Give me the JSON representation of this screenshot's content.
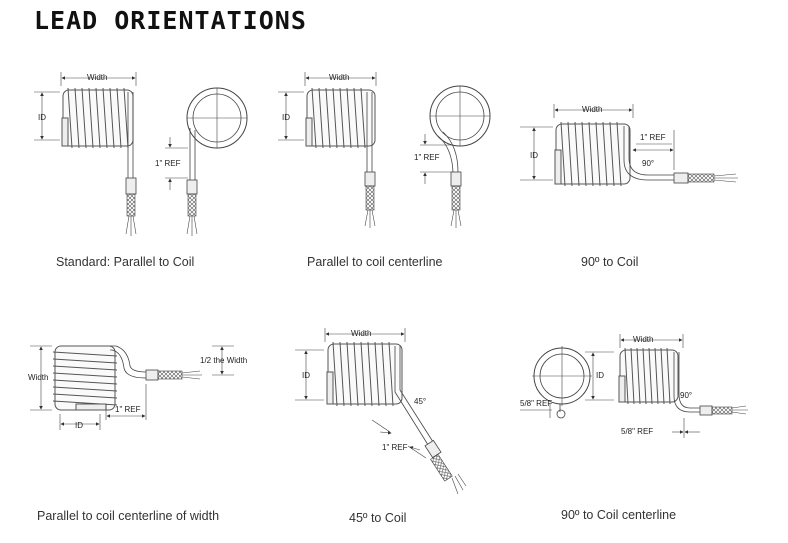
{
  "title": "LEAD ORIENTATIONS",
  "labels": {
    "width": "Width",
    "id": "ID",
    "one_ref": "1\" REF",
    "ninety": "90°",
    "fortyfive": "45°",
    "half_width": "1/2 the Width",
    "five_eighths_ref": "5/8\" REF"
  },
  "captions": [
    "Standard: Parallel to Coil",
    "Parallel to coil centerline",
    "90º to Coil",
    "Parallel to coil centerline of width",
    "45º to Coil",
    "90º to Coil centerline"
  ],
  "colors": {
    "line": "#444444",
    "text": "#333333",
    "title": "#111111"
  }
}
